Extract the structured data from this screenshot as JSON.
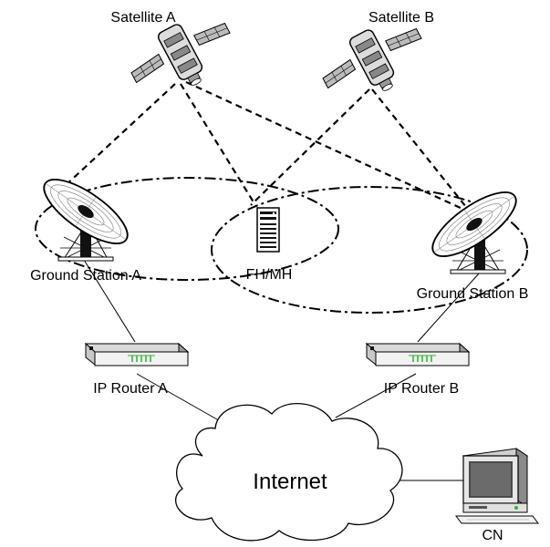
{
  "nodes": {
    "satellite_a": "Satellite A",
    "satellite_b": "Satellite B",
    "ground_station_a": "Ground Station A",
    "ground_station_b": "Ground Station B",
    "fh_mh": "FH/MH",
    "router_a": "IP Router A",
    "router_b": "IP Router B",
    "internet": "Internet",
    "cn": "CN"
  }
}
